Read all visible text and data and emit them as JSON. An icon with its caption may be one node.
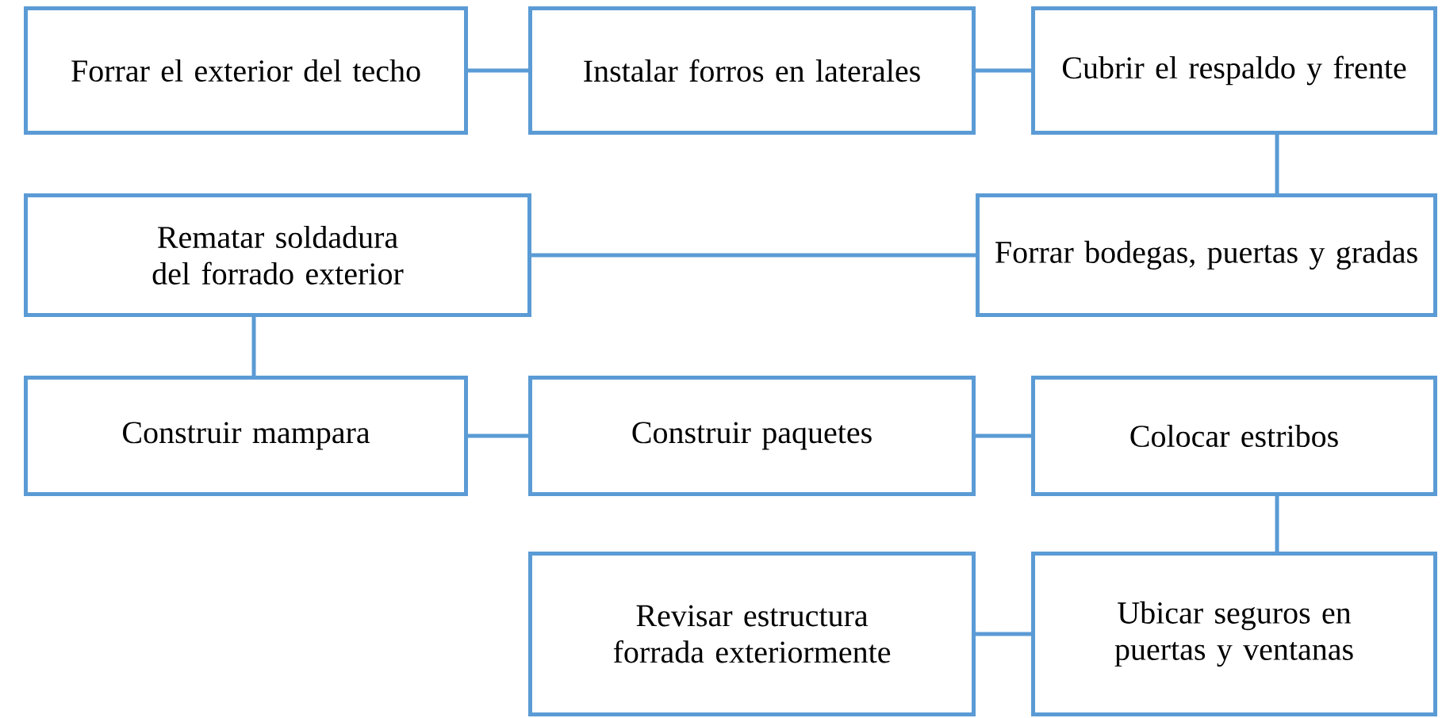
{
  "diagram": {
    "nodes": [
      {
        "text": [
          "Forrar el exterior del techo"
        ]
      },
      {
        "text": [
          "Instalar forros en laterales"
        ]
      },
      {
        "text": [
          "Cubrir el respaldo y frente"
        ]
      },
      {
        "text": [
          "Rematar soldadura del forrado exterior"
        ]
      },
      {
        "text": [
          "Forrar bodegas, puertas y gradas"
        ]
      },
      {
        "text": [
          "Construir mampara"
        ]
      },
      {
        "text": [
          "Construir paquetes"
        ]
      },
      {
        "text": [
          "Colocar estribos"
        ]
      },
      {
        "text": [
          "Revisar estructura forrada exteriormente"
        ]
      },
      {
        "text": [
          "Ubicar seguros en puertas y ventanas"
        ]
      }
    ],
    "edges": [
      {
        "from": 0,
        "to": 1,
        "arrow": "none"
      },
      {
        "from": 1,
        "to": 2,
        "arrow": "none"
      },
      {
        "from": 2,
        "to": 4,
        "arrow": "none"
      },
      {
        "from": 4,
        "to": 3,
        "arrow": "none"
      },
      {
        "from": 3,
        "to": 5,
        "arrow": "none"
      },
      {
        "from": 5,
        "to": 6,
        "arrow": "none"
      },
      {
        "from": 6,
        "to": 7,
        "arrow": "none"
      },
      {
        "from": 7,
        "to": 9,
        "arrow": "none"
      },
      {
        "from": 9,
        "to": 8,
        "arrow": "none"
      }
    ]
  }
}
